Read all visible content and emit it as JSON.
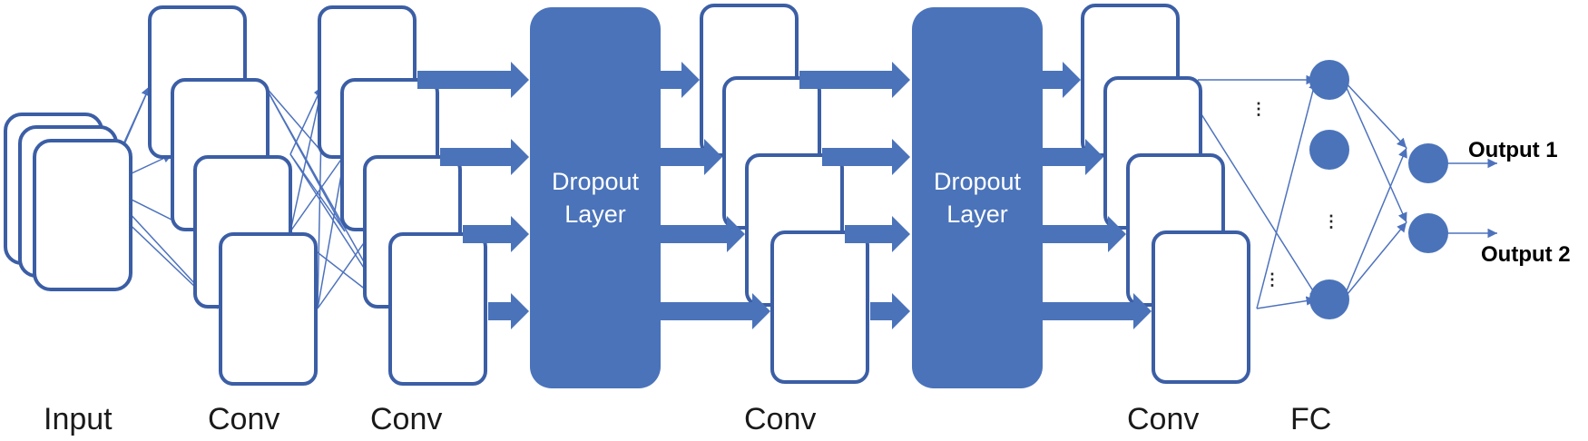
{
  "layers": {
    "input": "Input",
    "conv1": "Conv",
    "conv2": "Conv",
    "conv3": "Conv",
    "conv4": "Conv",
    "fc": "FC"
  },
  "dropout": {
    "first": [
      "Dropout",
      "Layer"
    ],
    "second": [
      "Dropout",
      "Layer"
    ]
  },
  "outputs": [
    "Output 1",
    "Output 2"
  ],
  "ellipsis": "⋮",
  "colors": {
    "block": "#4a73ba",
    "stroke": "#3b5ea5"
  }
}
